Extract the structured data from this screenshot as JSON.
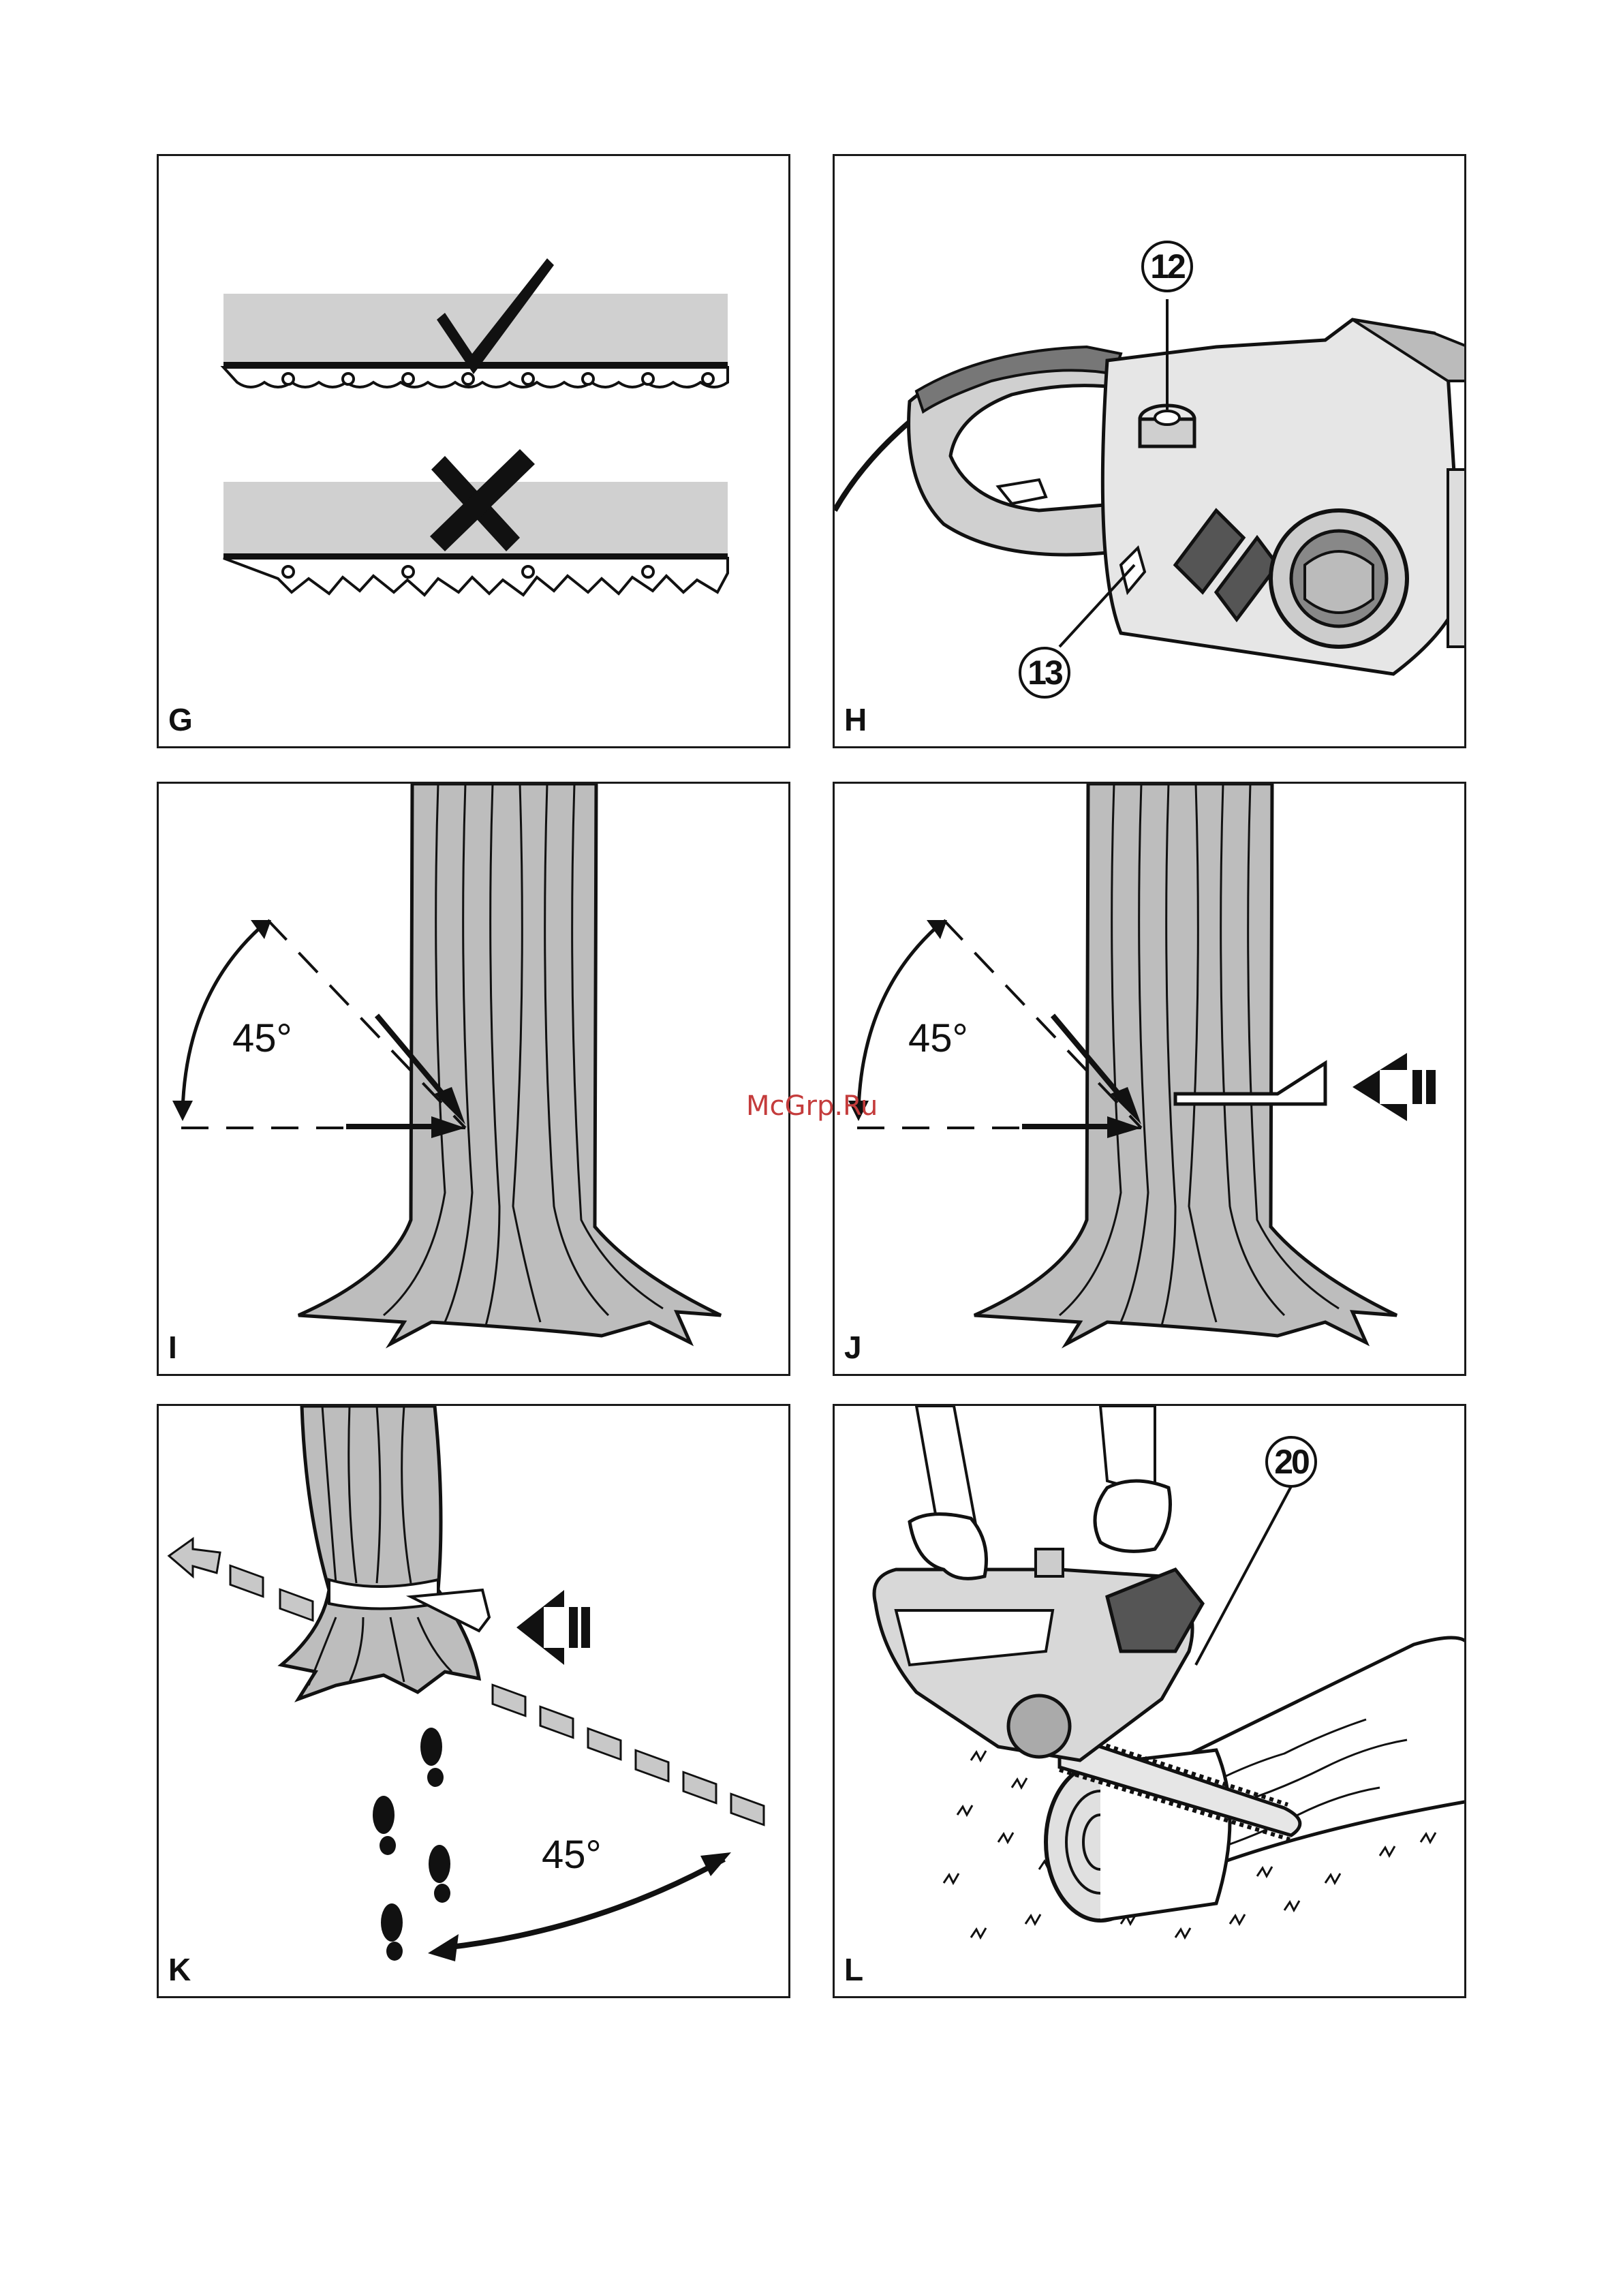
{
  "colors": {
    "line": "#111111",
    "fill_gray": "#c8c8c8",
    "wood": "#b9b9b9",
    "watermark": "#c43c3c"
  },
  "panels": {
    "g": {
      "letter": "G",
      "correct_icon": "check-icon",
      "incorrect_icon": "cross-icon"
    },
    "h": {
      "letter": "H",
      "callout_top": "12",
      "callout_bottom": "13"
    },
    "i": {
      "letter": "I",
      "angle": "45°"
    },
    "j": {
      "letter": "J",
      "angle": "45°"
    },
    "k": {
      "letter": "K",
      "angle": "45°"
    },
    "l": {
      "letter": "L",
      "callout": "20"
    }
  },
  "watermark": "McGrp.Ru"
}
